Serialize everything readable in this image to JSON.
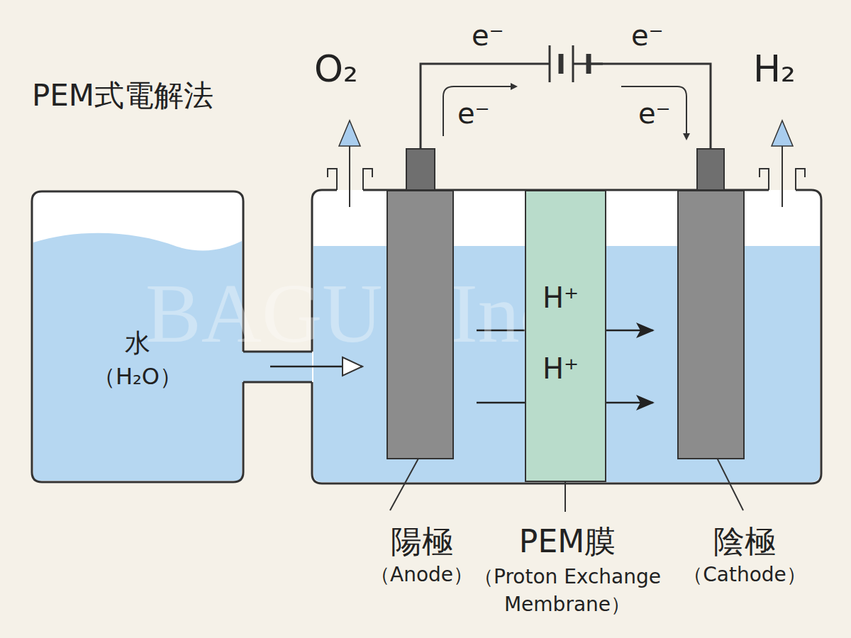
{
  "diagram": {
    "title": "PEM式電解法",
    "nodes": [
      {
        "text": [
          "水",
          "（H₂O）"
        ]
      },
      {
        "text": [
          "陽極",
          "（Anode）"
        ]
      },
      {
        "text": [
          "PEM膜",
          "（Proton Exchange Membrane）"
        ]
      },
      {
        "text": [
          "陰極",
          "（Cathode）"
        ]
      }
    ],
    "edges": [
      {
        "from": 0,
        "to": 1,
        "arrow": "to"
      },
      {
        "from": 1,
        "to": 3,
        "label": "H⁺",
        "arrow": "to"
      },
      {
        "from": 1,
        "to": 3,
        "label": "H⁺",
        "arrow": "to"
      }
    ],
    "labels": [
      "O₂",
      "H₂",
      "e⁻",
      "e⁻",
      "e⁻",
      "e⁻",
      "BAGUS Inc."
    ]
  }
}
